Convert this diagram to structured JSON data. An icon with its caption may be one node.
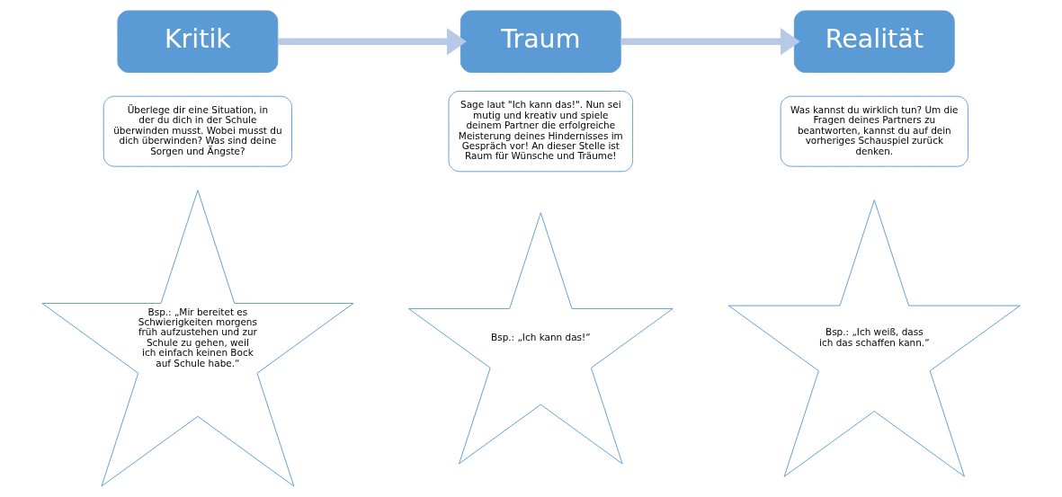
{
  "diagram": {
    "nodes": [
      {
        "text": [
          "Kritik"
        ]
      },
      {
        "text": [
          "Überlege dir eine Situation, in der du dich in der Schule überwinden musst. Wobei musst du dich überwinden? Was sind deine Sorgen und Ängste?"
        ]
      },
      {
        "text": [
          "Bsp.: „Mir bereitet es Schwierigkeiten morgens früh aufzustehen und zur Schule zu gehen, weil ich einfach keinen Bock auf Schule habe.“"
        ]
      },
      {
        "text": [
          "Traum"
        ]
      },
      {
        "text": [
          "Sage laut \"Ich kann das!\". Nun sei mutig und kreativ und spiele deinem Partner die erfolgreiche Meisterung deines Hindernisses im Gespräch vor! An dieser Stelle ist Raum für Wünsche und Träume!"
        ]
      },
      {
        "text": [
          "Bsp.: „Ich kann das!“"
        ]
      },
      {
        "text": [
          "Realität"
        ]
      },
      {
        "text": [
          "Was kannst du wirklich tun? Um die Fragen deines Partners zu beantworten, kannst du auf dein vorheriges Schauspiel zurück denken."
        ]
      },
      {
        "text": [
          "Bsp.: „Ich weiß, dass ich das schaffen kann.“"
        ]
      }
    ],
    "edges": [
      {
        "from": 0,
        "to": 3,
        "arrow": "to",
        "color": "#b7c9e6"
      },
      {
        "from": 3,
        "to": 6,
        "arrow": "to",
        "color": "#b7c9e6"
      }
    ]
  }
}
